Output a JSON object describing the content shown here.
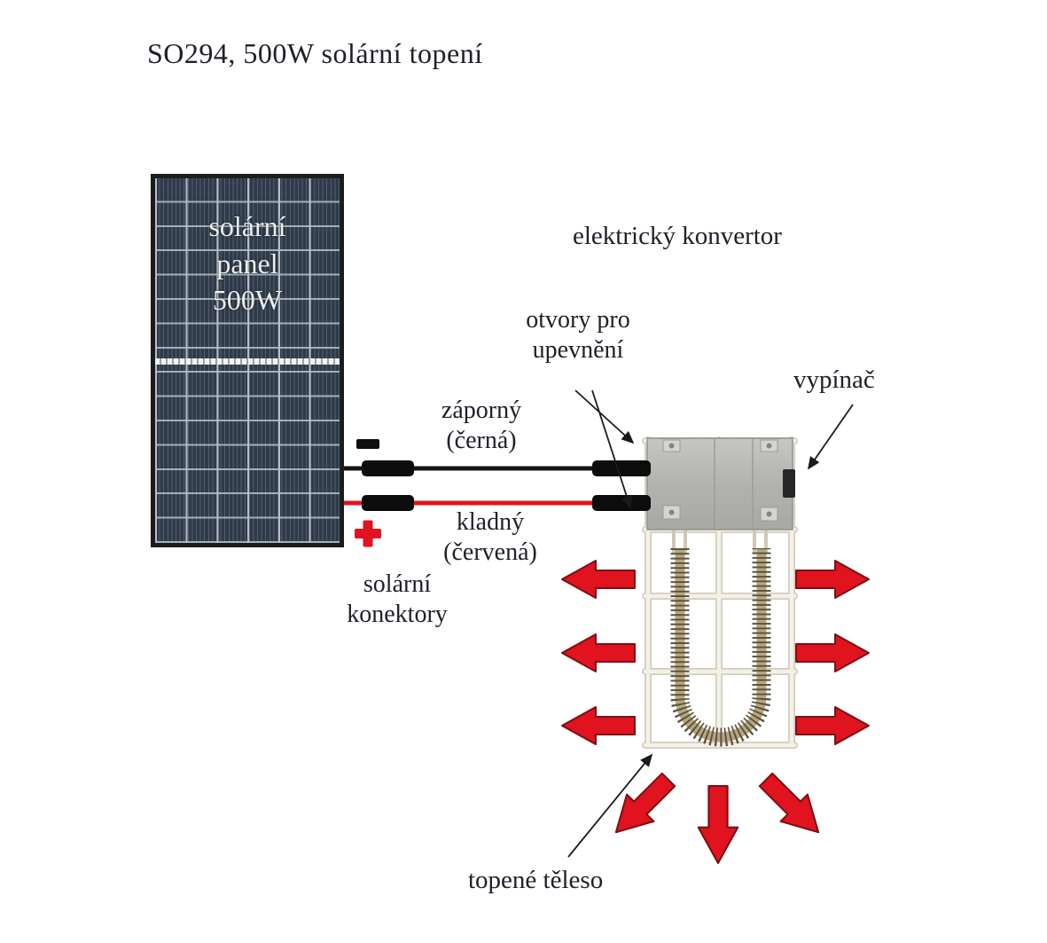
{
  "title": "SO294, 500W solární topení",
  "solar_panel": {
    "label_lines": [
      "solární",
      "panel",
      "500W"
    ]
  },
  "converter": {
    "label": "elektrický konvertor"
  },
  "annotations": {
    "mounting_holes": {
      "line1": "otvory pro",
      "line2": "upevnění"
    },
    "switch_label": "vypínač",
    "negative": {
      "line1": "záporný",
      "line2": "(černá)"
    },
    "positive": {
      "line1": "kladný",
      "line2": "(červená)"
    },
    "connectors": {
      "line1": "solární",
      "line2": "konektory"
    },
    "heating_element": "topené těleso"
  },
  "colors": {
    "heat_arrow": "#e0131f",
    "positive_wire": "#e0131f",
    "negative_wire": "#141414",
    "panel_cell": "#2f3b49",
    "converter_body": "#b4b4b1",
    "cage": "#f4f1e8",
    "text": "#20202a"
  }
}
